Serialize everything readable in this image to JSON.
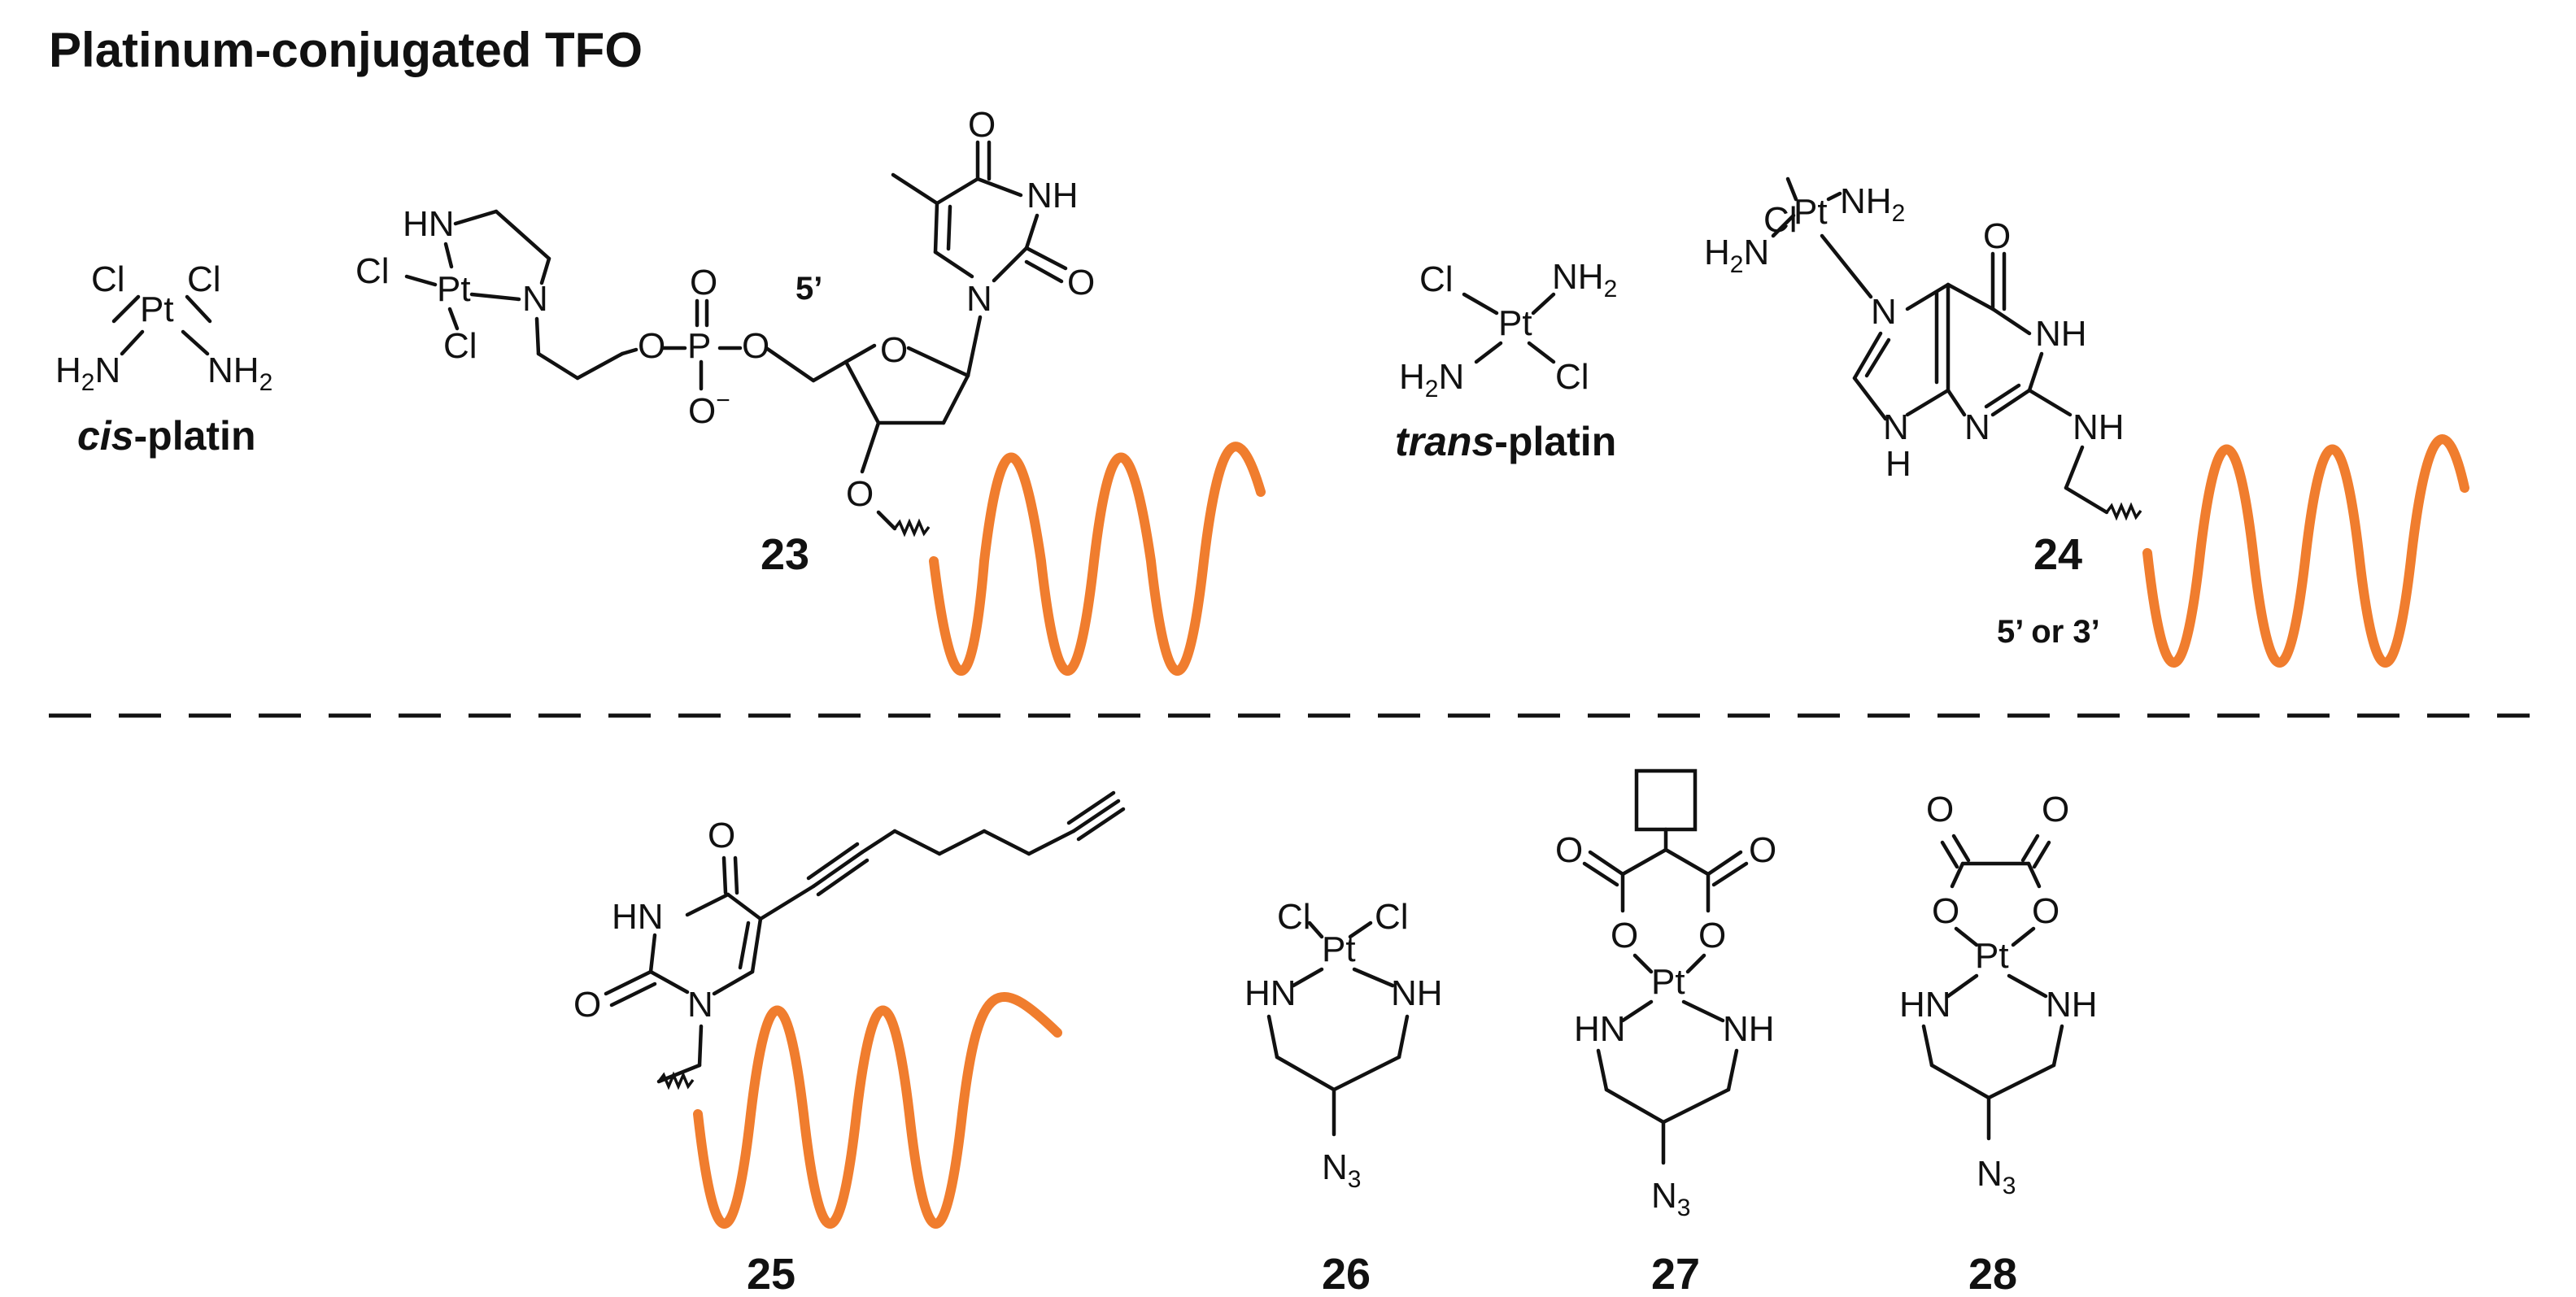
{
  "title": "Platinum-conjugated TFO",
  "palette": {
    "strand": "#F07D2E",
    "ink": "#111111"
  },
  "names": {
    "cisplatin_prefix": "cis",
    "transplatin_prefix": "trans",
    "platin_suffix": "-platin"
  },
  "labels": {
    "c23": "23",
    "c24": "24",
    "c25": "25",
    "c26": "26",
    "c27": "27",
    "c28": "28",
    "five_prime": "5’",
    "five_or_three": "5’ or 3’"
  },
  "atoms": {
    "Pt": "Pt",
    "Cl": "Cl",
    "N": "N",
    "H": "H",
    "HN": "HN",
    "NH": "NH",
    "O": "O",
    "P": "P",
    "H2N_H": "H",
    "H2N_2": "2",
    "H2N_N": "N",
    "NH2_N": "NH",
    "NH2_2": "2",
    "N3_N": "N",
    "N3_3": "3",
    "minus": "−"
  }
}
